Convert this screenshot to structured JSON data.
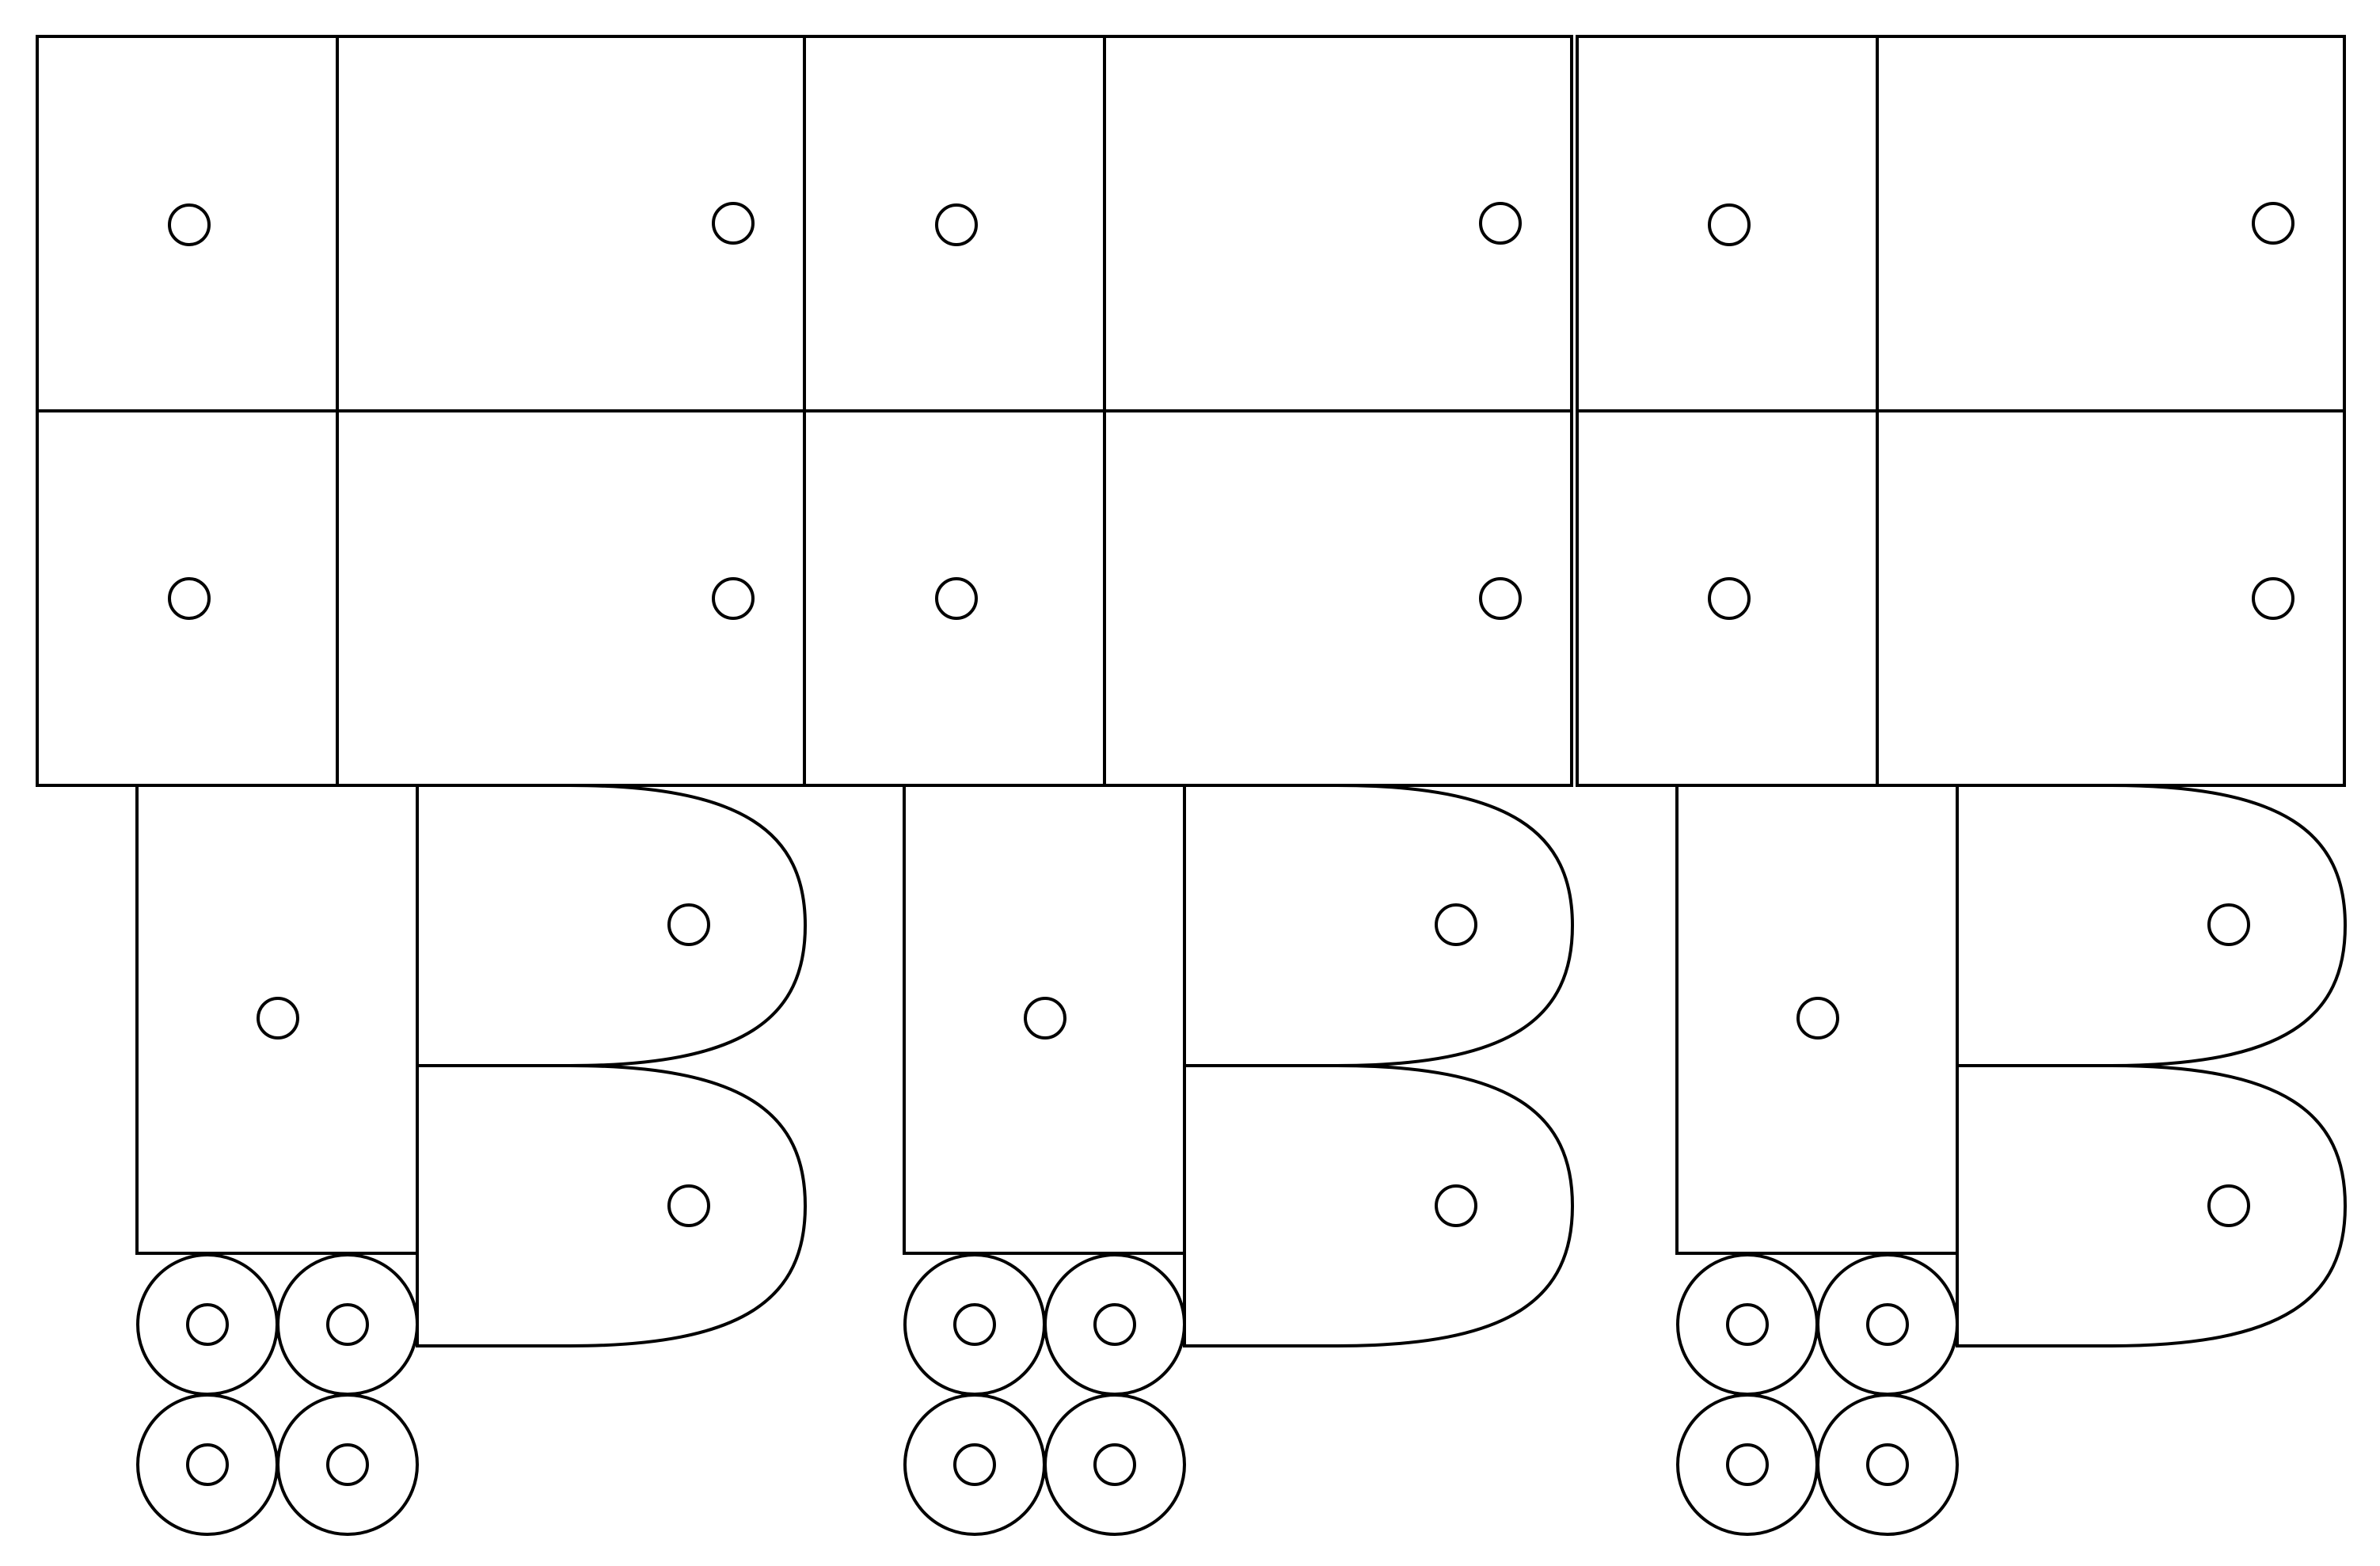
{
  "diagram": {
    "background": "#ffffff",
    "stroke_color": "#000000",
    "groups": [
      {
        "id": "group-1",
        "top_panels": 4,
        "bottom_rectangle": 1,
        "rounded_tabs": 2,
        "rollers": 4
      },
      {
        "id": "group-2",
        "top_panels": 4,
        "bottom_rectangle": 1,
        "rounded_tabs": 2,
        "rollers": 4
      },
      {
        "id": "group-3",
        "top_panels": 4,
        "bottom_rectangle": 1,
        "rounded_tabs": 2,
        "rollers": 4
      }
    ]
  }
}
